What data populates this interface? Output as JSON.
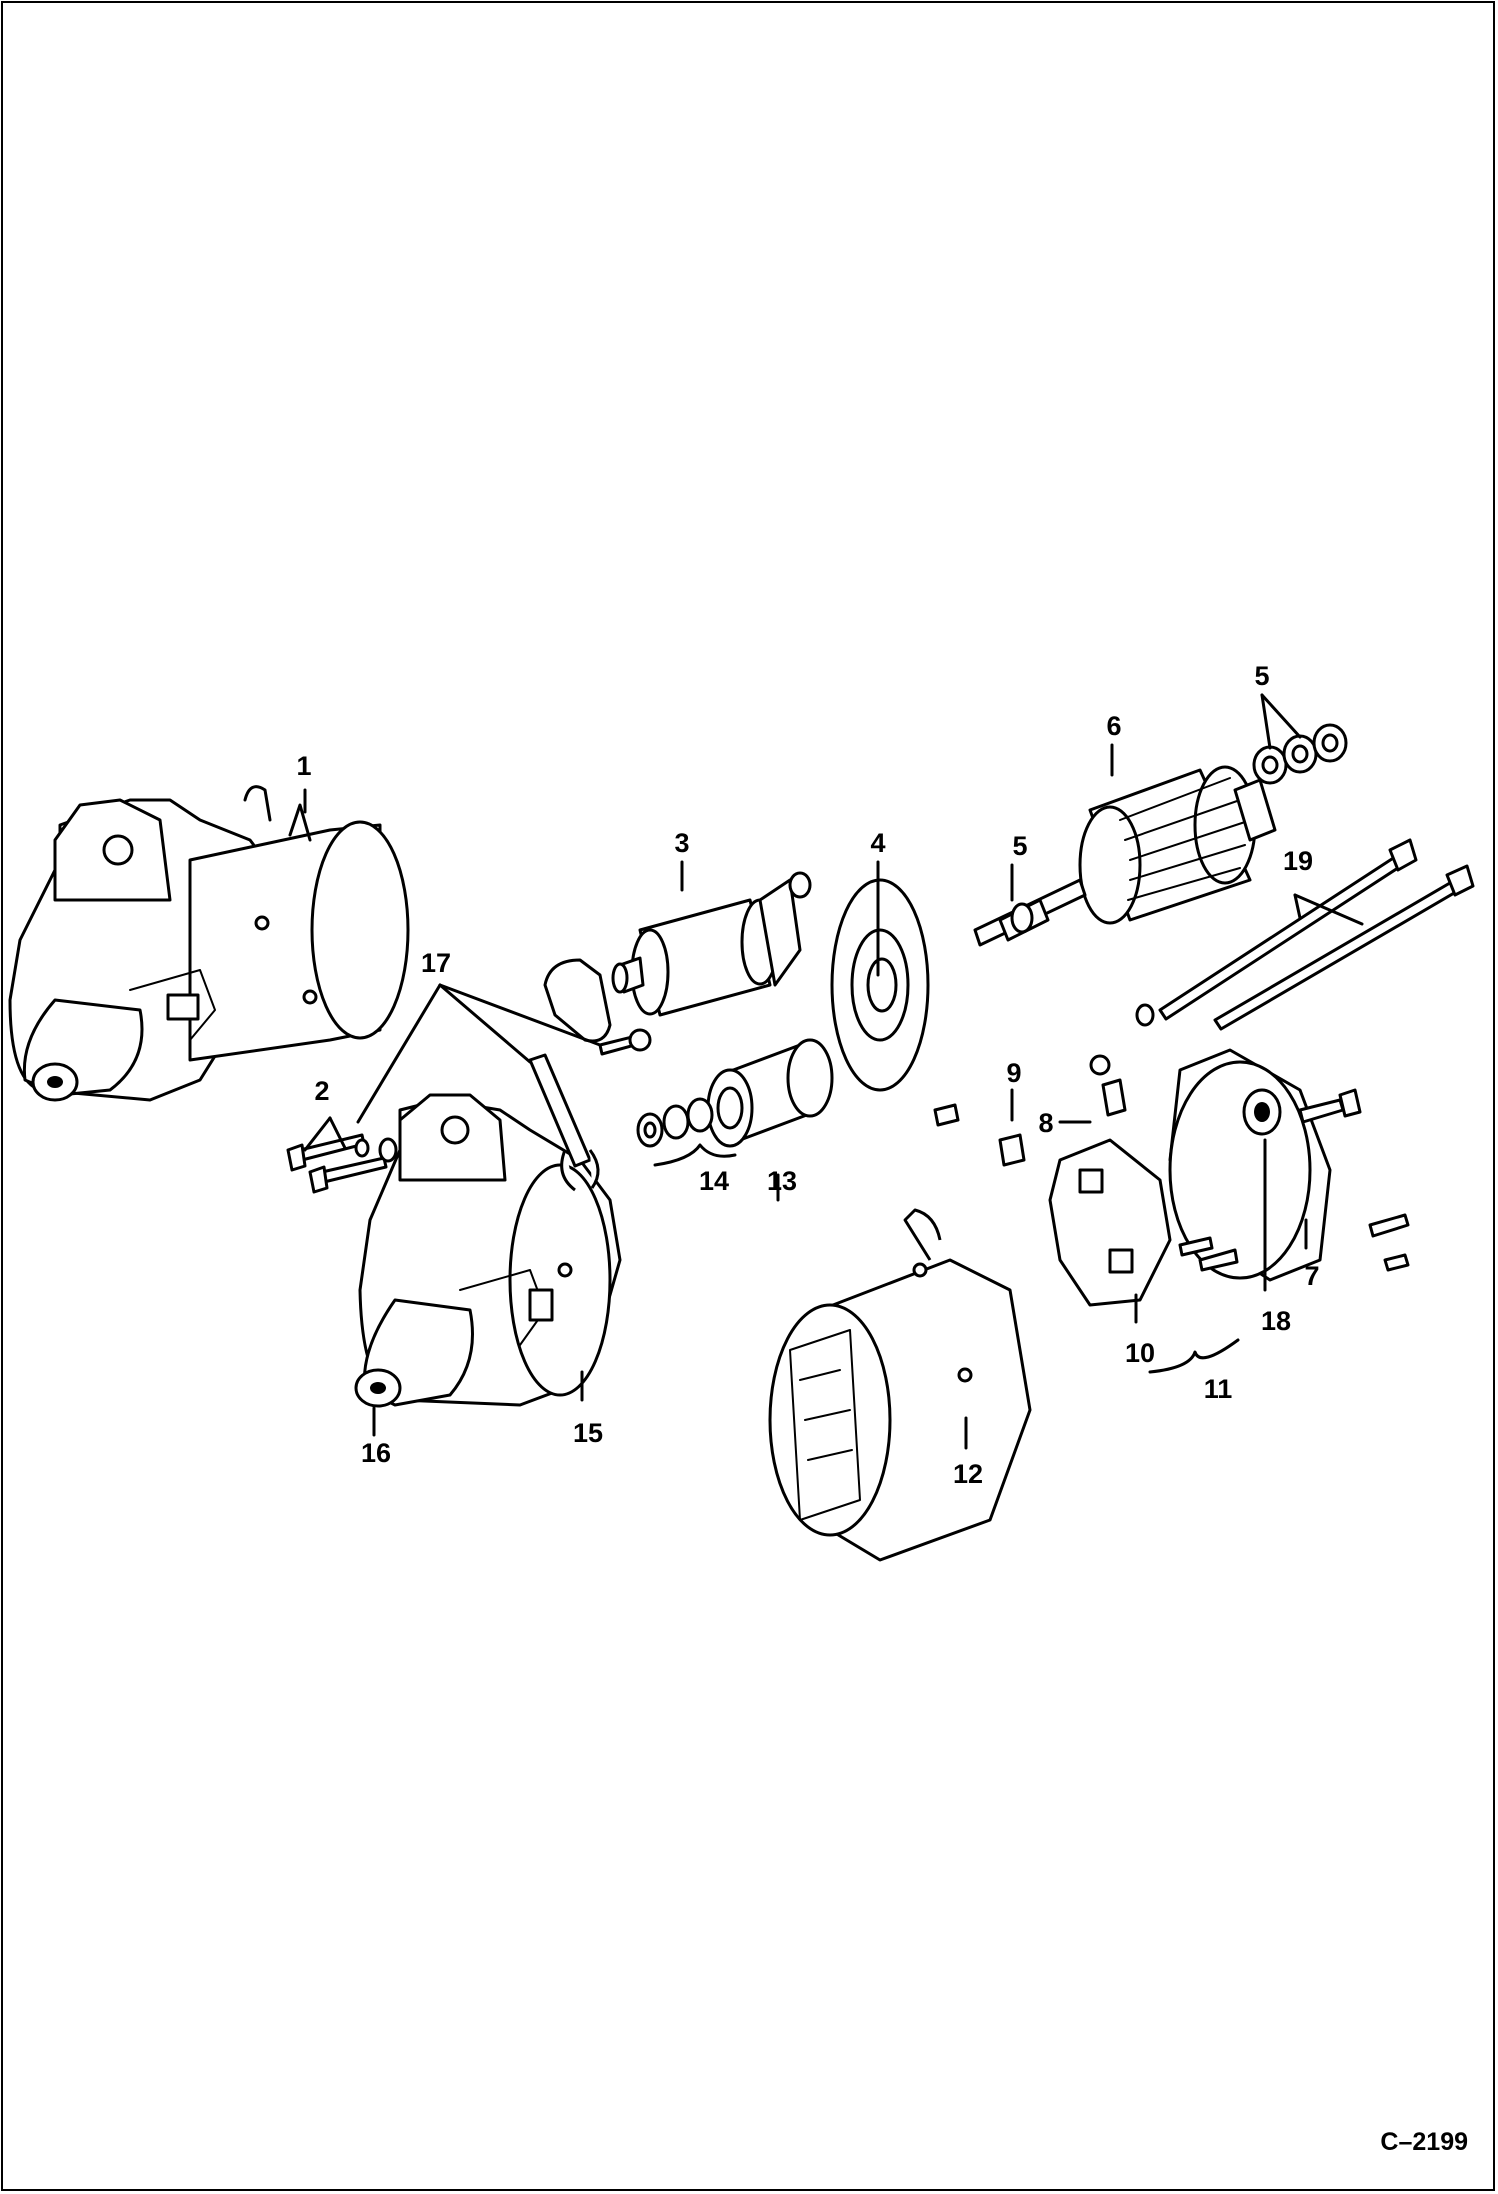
{
  "figure_code": "C–2199",
  "callouts": {
    "c1": "1",
    "c2": "2",
    "c3": "3",
    "c4": "4",
    "c5a": "5",
    "c5b": "5",
    "c6": "6",
    "c7": "7",
    "c8": "8",
    "c9": "9",
    "c10": "10",
    "c11": "11",
    "c12": "12",
    "c13": "13",
    "c14": "14",
    "c15": "15",
    "c16": "16",
    "c17": "17",
    "c18": "18",
    "c19": "19"
  }
}
